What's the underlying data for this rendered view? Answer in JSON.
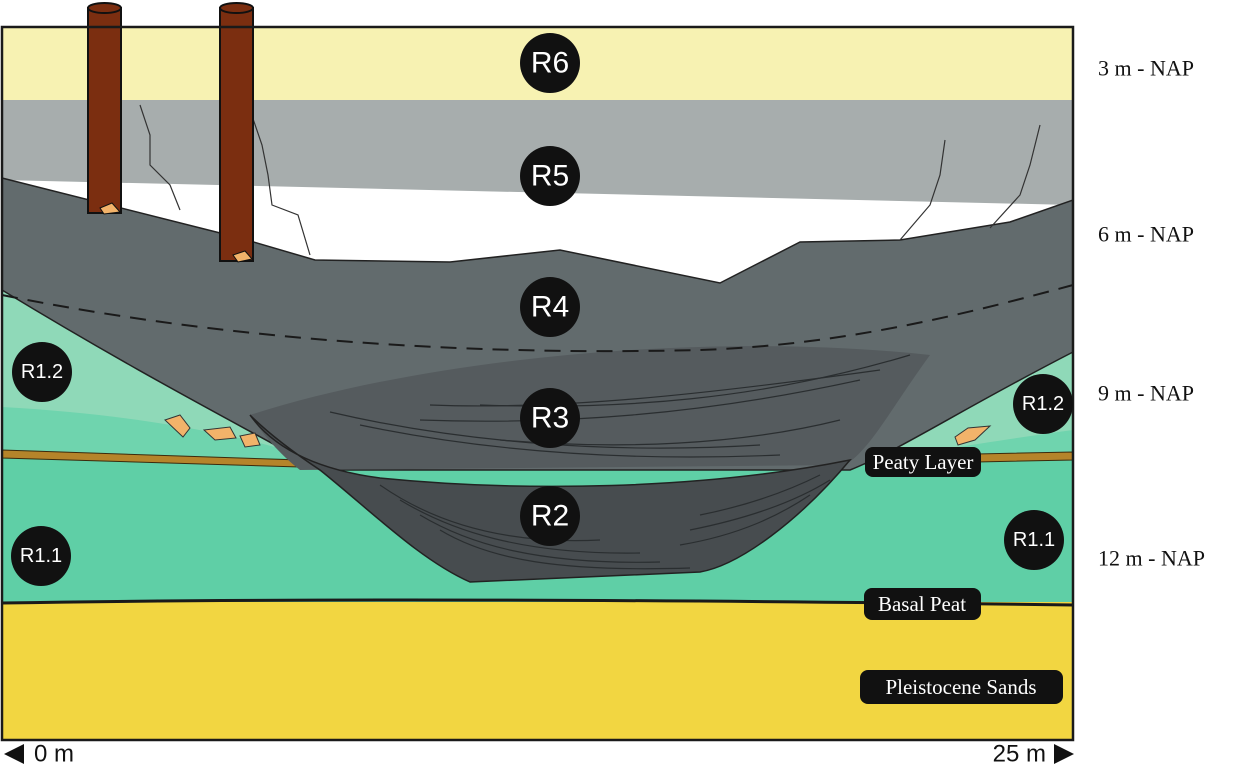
{
  "units": {
    "R6": "R6",
    "R5": "R5",
    "R4": "R4",
    "R3": "R3",
    "R2": "R2",
    "R1_2_left": "R1.2",
    "R1_2_right": "R1.2",
    "R1_1_left": "R1.1",
    "R1_1_right": "R1.1"
  },
  "layer_labels": {
    "peaty_layer": "Peaty Layer",
    "basal_peat": "Basal Peat",
    "pleistocene_sands": "Pleistocene Sands"
  },
  "depths": [
    "3 m - NAP",
    "6 m - NAP",
    "9 m - NAP",
    "12 m - NAP"
  ],
  "scale": {
    "start": "0 m",
    "end": "25 m"
  },
  "colors": {
    "r6": "#f7f2b2",
    "r5": "#a7adad",
    "r4": "#626b6d",
    "r3": "#555b5e",
    "r2": "#474c4f",
    "r1_2": "#8fd9b8",
    "r1_1": "#5fcfa6",
    "pleistocene": "#f2d641",
    "peat": "#b5842a",
    "post": "#7b2e10",
    "clast": "#f2b36a",
    "badge": "#111111"
  }
}
